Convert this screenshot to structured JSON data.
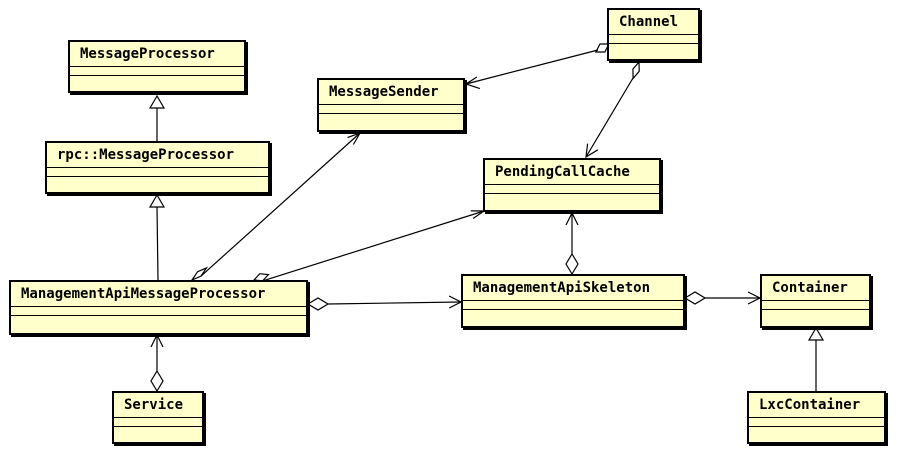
{
  "classes": {
    "message_processor": "MessageProcessor",
    "rpc_message_processor": "rpc::MessageProcessor",
    "management_api_message_processor": "ManagementApiMessageProcessor",
    "service": "Service",
    "message_sender": "MessageSender",
    "channel": "Channel",
    "pending_call_cache": "PendingCallCache",
    "management_api_skeleton": "ManagementApiSkeleton",
    "container": "Container",
    "lxc_container": "LxcContainer"
  },
  "colors": {
    "class_fill": "#ffffcc",
    "line": "#000000"
  },
  "relations": [
    {
      "from": "rpc_message_processor",
      "to": "message_processor",
      "type": "generalization"
    },
    {
      "from": "management_api_message_processor",
      "to": "rpc_message_processor",
      "type": "generalization"
    },
    {
      "from": "lxc_container",
      "to": "container",
      "type": "generalization"
    },
    {
      "from": "management_api_message_processor",
      "to": "message_sender",
      "type": "aggregation"
    },
    {
      "from": "management_api_message_processor",
      "to": "pending_call_cache",
      "type": "aggregation"
    },
    {
      "from": "management_api_message_processor",
      "to": "management_api_skeleton",
      "type": "aggregation"
    },
    {
      "from": "service",
      "to": "management_api_message_processor",
      "type": "aggregation"
    },
    {
      "from": "channel",
      "to": "message_sender",
      "type": "aggregation"
    },
    {
      "from": "channel",
      "to": "pending_call_cache",
      "type": "aggregation"
    },
    {
      "from": "management_api_skeleton",
      "to": "pending_call_cache",
      "type": "aggregation"
    },
    {
      "from": "management_api_skeleton",
      "to": "container",
      "type": "aggregation"
    }
  ]
}
